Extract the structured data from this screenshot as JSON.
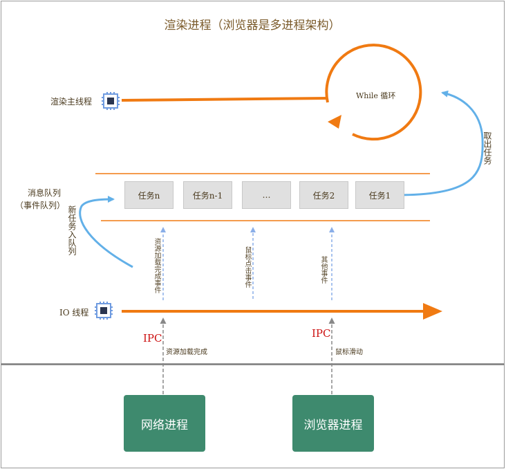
{
  "title": "渲染进程（浏览器是多进程架构）",
  "main_thread_label": "渲染主线程",
  "loop_label": "While 循环",
  "take_task_label": "取出任务",
  "queue_label_line1": "消息队列",
  "queue_label_line2": "（事件队列）",
  "enqueue_label": "新任务入队列",
  "tasks": [
    "任务n",
    "任务n-1",
    "…",
    "任务2",
    "任务1"
  ],
  "events": [
    "资源加载完成事件",
    "鼠标点击事件",
    "其他事件"
  ],
  "io_thread_label": "IO 线程",
  "ipc_left": "IPC",
  "ipc_right": "IPC",
  "ipc_left_msg": "资源加载完成",
  "ipc_right_msg": "鼠标滑动",
  "network_process": "网络进程",
  "browser_process": "浏览器进程",
  "colors": {
    "orange": "#f07a12",
    "blue_arrow": "#62b0e8",
    "dash_blue": "#8aaee8",
    "process_green": "#3e8a6e",
    "ipc_red": "#cc1111",
    "title_brown": "#7a5a2a"
  },
  "icons": [
    "cpu-chip-icon",
    "cpu-chip-icon"
  ]
}
